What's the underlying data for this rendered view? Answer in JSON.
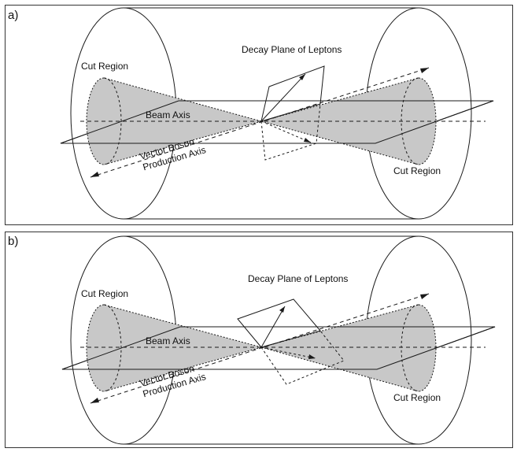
{
  "panels": [
    {
      "id": "a",
      "panel_label": "a)",
      "decay_plane_label": "Decay Plane of Leptons",
      "cut_region_left": "Cut Region",
      "cut_region_right": "Cut Region",
      "beam_axis_label": "Beam Axis",
      "production_axis_line1": "Vector Boson",
      "production_axis_line2": "Production Axis"
    },
    {
      "id": "b",
      "panel_label": "b)",
      "decay_plane_label": "Decay Plane of Leptons",
      "cut_region_left": "Cut Region",
      "cut_region_right": "Cut Region",
      "beam_axis_label": "Beam Axis",
      "production_axis_line1": "Vector Boson",
      "production_axis_line2": "Production Axis"
    }
  ],
  "colors": {
    "cone_fill": "#c8c8c8",
    "line": "#1a1a1a"
  }
}
